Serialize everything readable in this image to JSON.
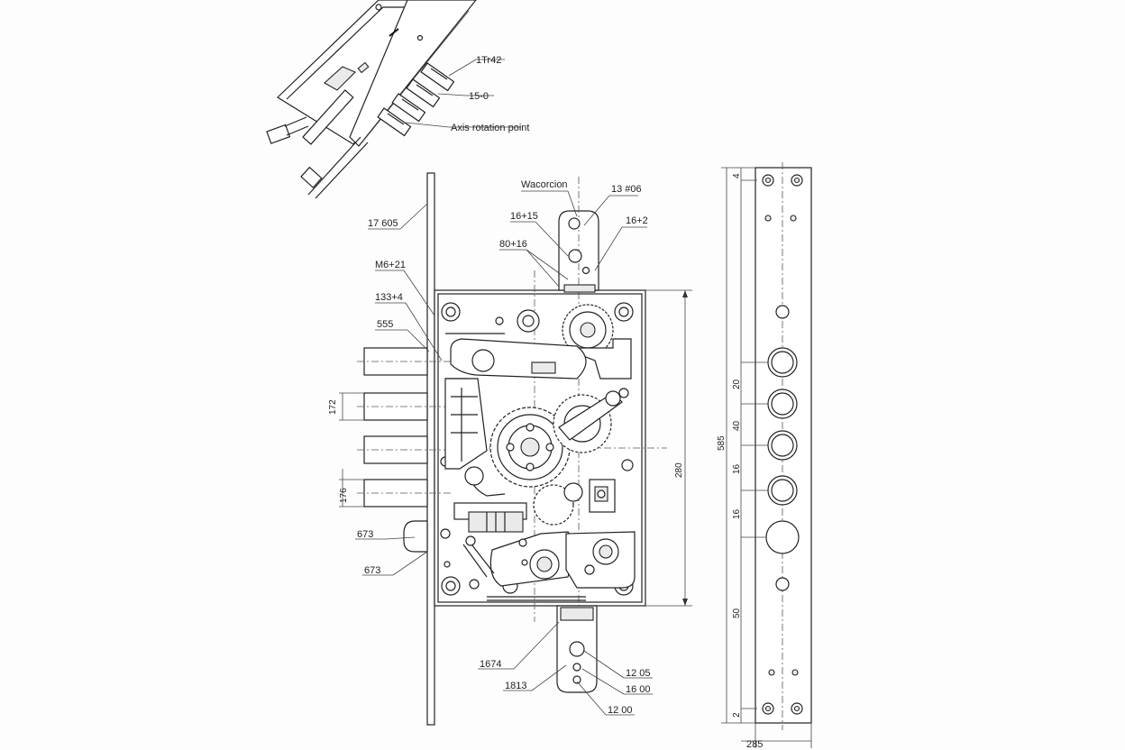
{
  "iso_labels": [
    "1Tr42",
    "15-0",
    "Axis rotation point"
  ],
  "main_labels": {
    "top_center": "Wacorcion",
    "top_right_1": "13 #06",
    "top_right_2": "16+2",
    "top_left_1": "16+15",
    "top_left_2": "80+16",
    "left_1": "17 605",
    "left_2": "M6+21",
    "left_3": "133+4",
    "left_4": "555",
    "left_5": "673",
    "left_6": "673",
    "bottom_1": "1674",
    "bottom_2": "1813",
    "bottom_right_1": "12 05",
    "bottom_right_2": "16 00",
    "bottom_right_3": "12 00"
  },
  "vertical_dims": {
    "bolt_gap_1": "172",
    "bolt_gap_2": "176",
    "case_height": "280"
  },
  "strip_dims": {
    "overall": "585",
    "seg_1": "20",
    "seg_2": "40",
    "seg_3": "16",
    "seg_4": "16",
    "seg_5": "50",
    "top_small": "4",
    "bottom_small": "2",
    "width": "285"
  }
}
